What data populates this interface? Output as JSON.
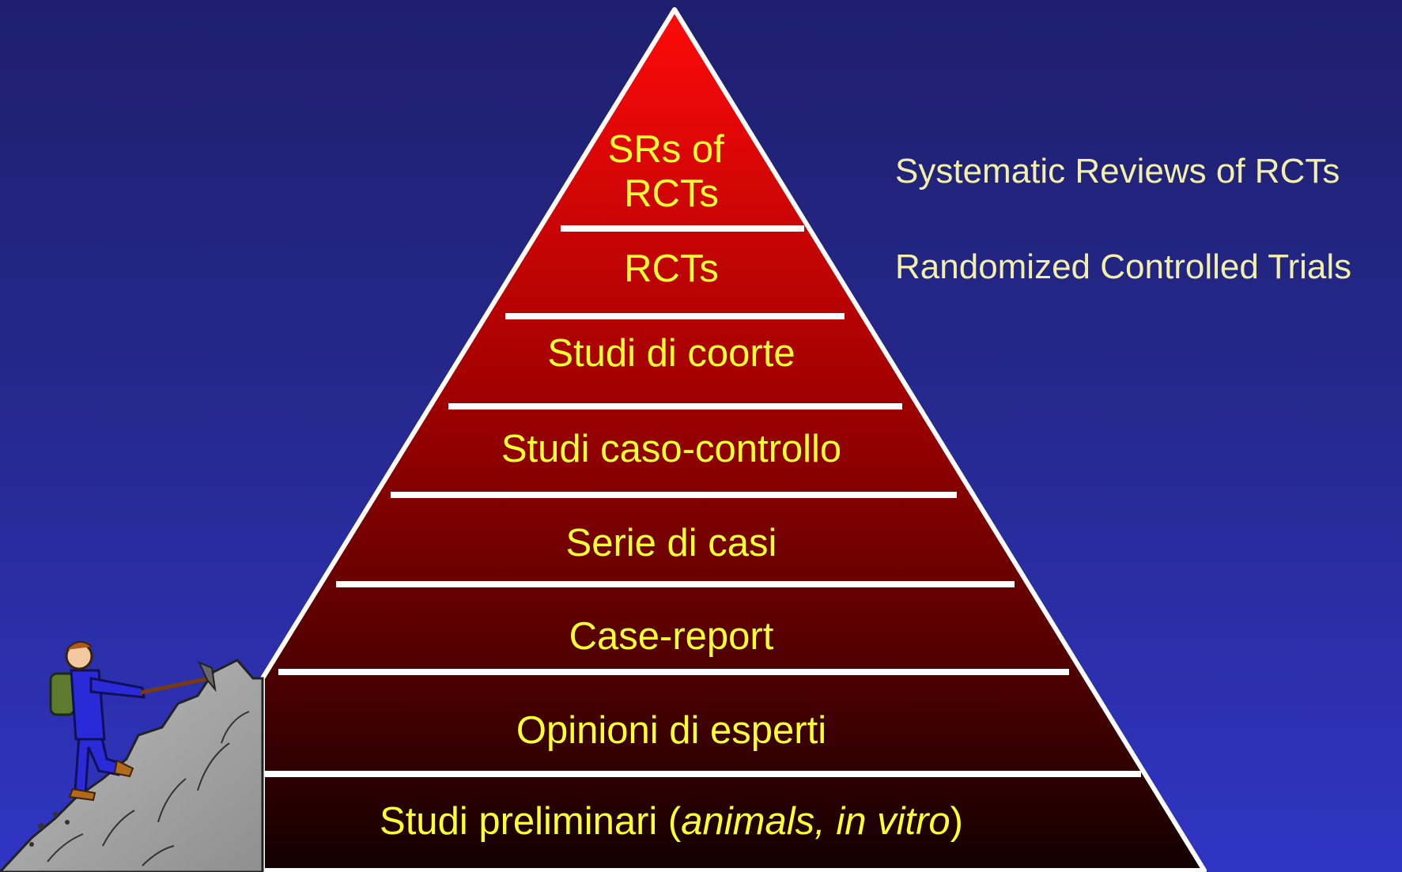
{
  "pyramid": {
    "levels": [
      {
        "lines": [
          "SRs of",
          "RCTs"
        ]
      },
      {
        "lines": [
          "RCTs"
        ]
      },
      {
        "lines": [
          "Studi di coorte"
        ]
      },
      {
        "lines": [
          "Studi caso-controllo"
        ]
      },
      {
        "lines": [
          "Serie di casi"
        ]
      },
      {
        "lines": [
          "Case-report"
        ]
      },
      {
        "lines": [
          "Opinioni di esperti"
        ]
      },
      {
        "lines": [
          "Studi preliminari (",
          "animals, in vitro",
          ")"
        ]
      }
    ],
    "side_labels": [
      "Systematic Reviews of RCTs",
      "Randomized Controlled Trials"
    ],
    "colors": {
      "top": "#ff0a0a",
      "mid": "#9c0000",
      "bottom": "#140000",
      "label": "#ffff33",
      "side_label": "#f2f0a8",
      "divider": "#ffffff"
    }
  },
  "climber": {
    "icon": "mountain-climber-icon"
  }
}
